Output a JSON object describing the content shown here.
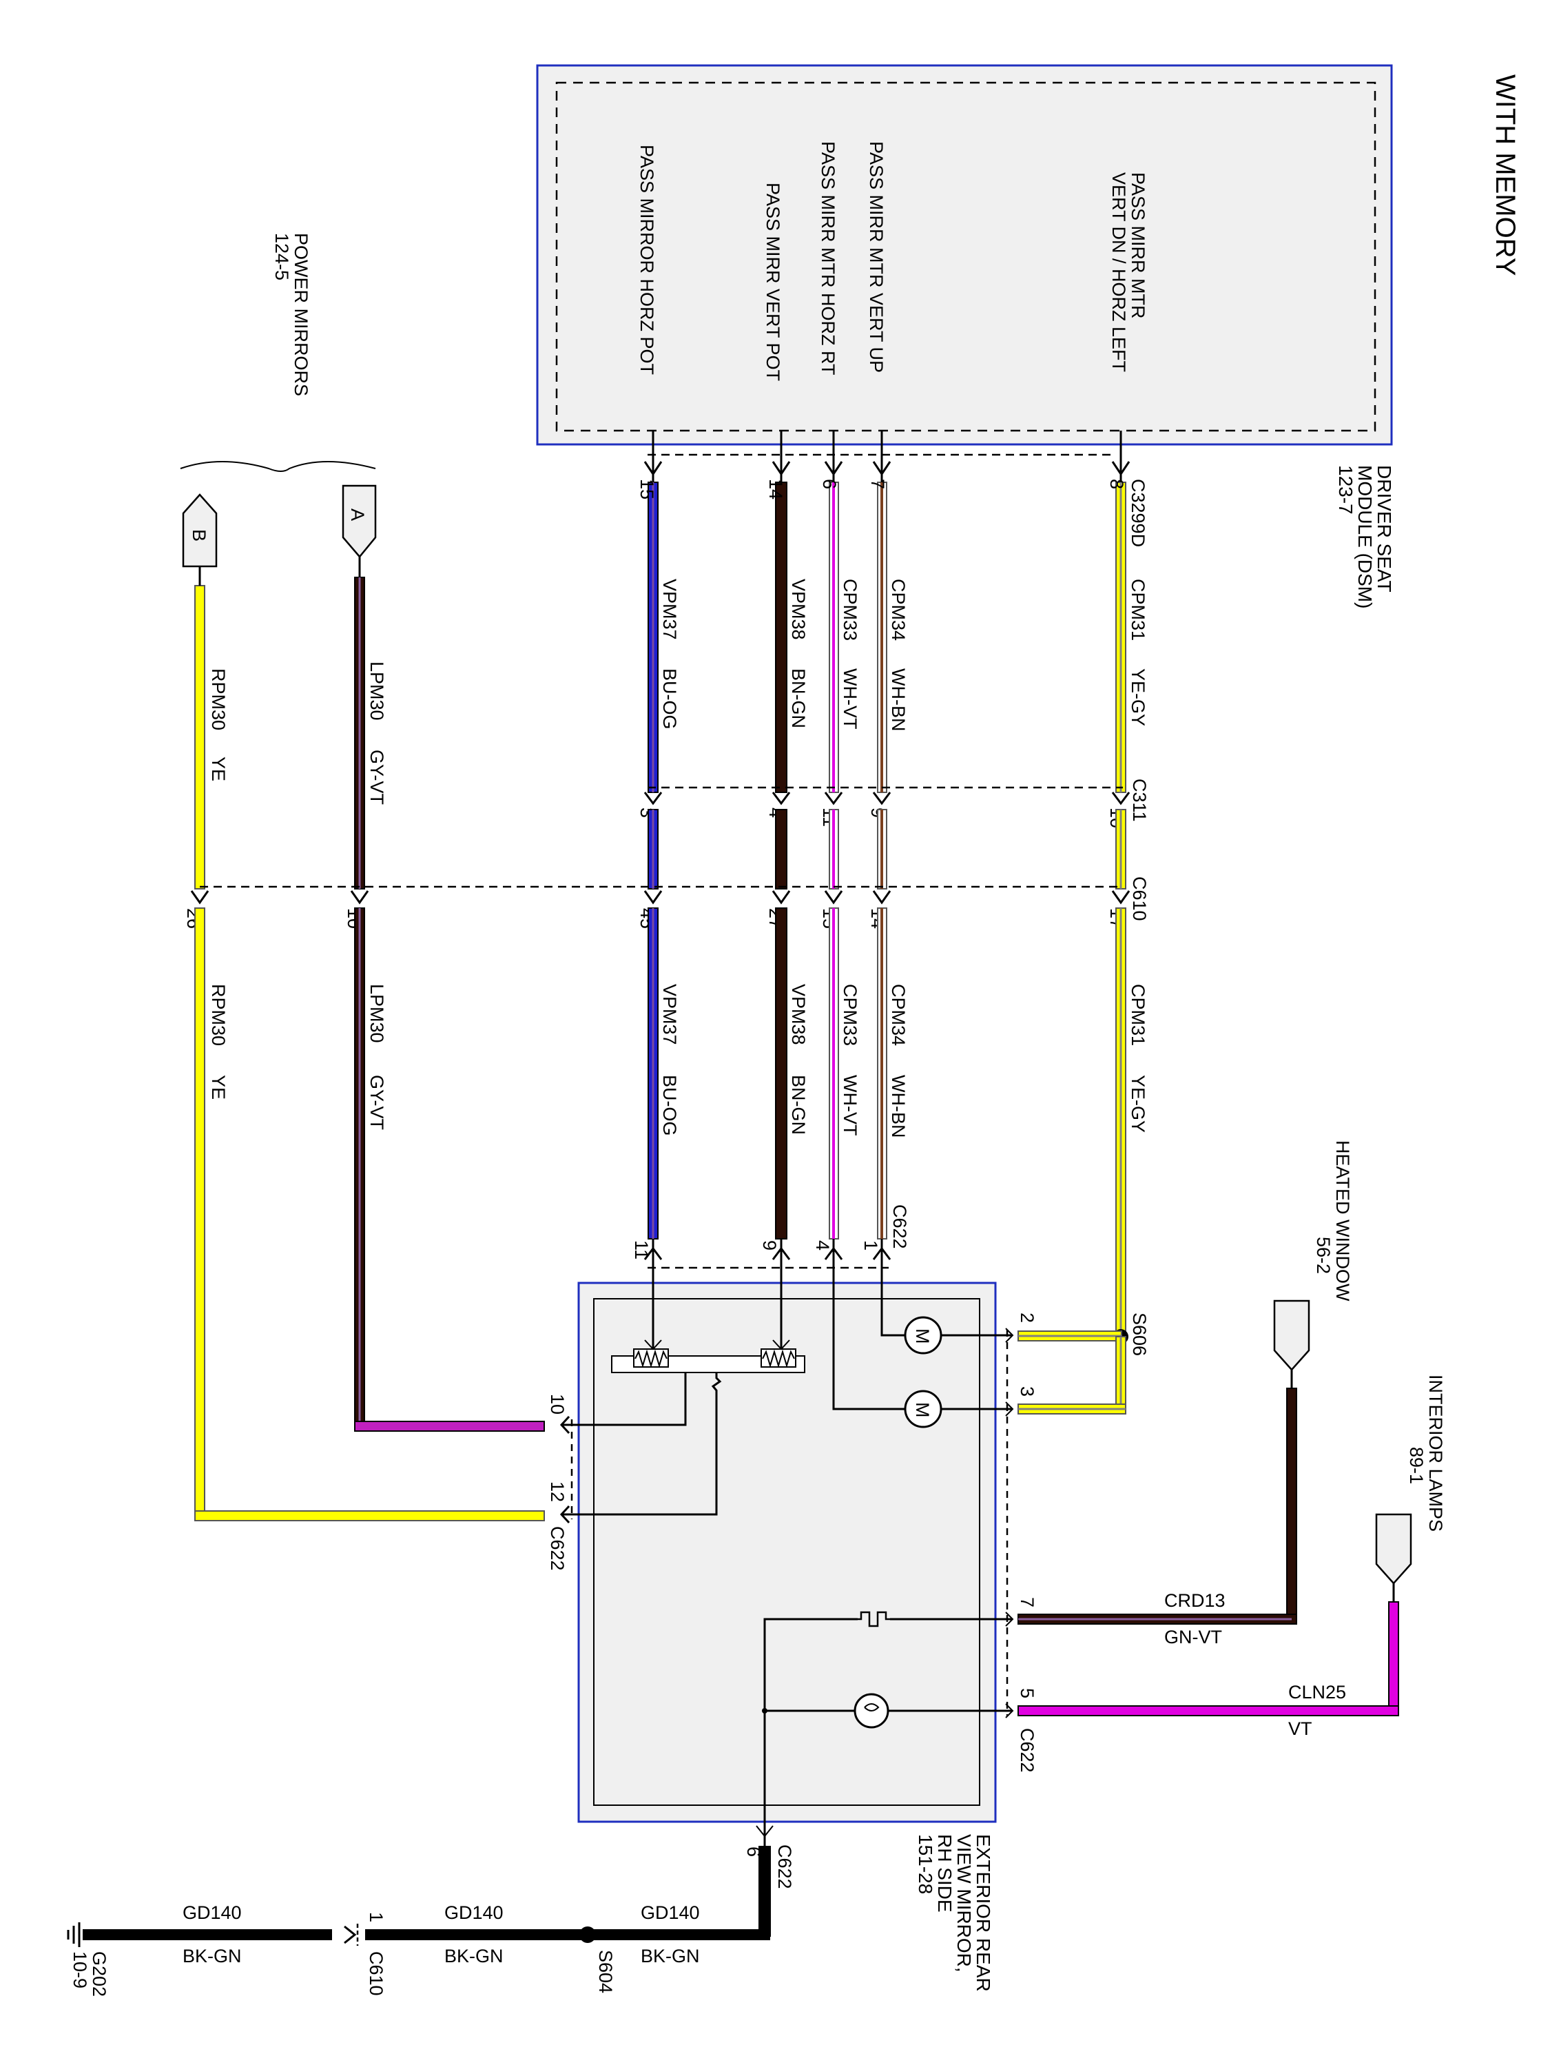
{
  "page_title": "WITH MEMORY",
  "modules": {
    "dsm": {
      "line1": "DRIVER SEAT",
      "line2": "MODULE (DSM)",
      "line3": "123-7",
      "connector": "C3299D",
      "pins": [
        {
          "pin": "8",
          "function": [
            "PASS MIRR MTR",
            "VERT DN / HORZ LEFT"
          ]
        },
        {
          "pin": "7",
          "function": [
            "PASS MIRR MTR VERT UP"
          ]
        },
        {
          "pin": "6",
          "function": [
            "PASS MIRR MTR HORZ RT"
          ]
        },
        {
          "pin": "14",
          "function": [
            "PASS MIRR VERT POT"
          ]
        },
        {
          "pin": "15",
          "function": [
            "PASS MIRROR HORZ POT"
          ]
        }
      ]
    },
    "mirror": {
      "line1": "EXTERIOR REAR",
      "line2": "VIEW MIRROR,",
      "line3": "RH SIDE",
      "line4": "151-28"
    }
  },
  "wires": [
    {
      "circuit": "CPM31",
      "color": "YE-GY",
      "c310_pin": "10",
      "c610_pin": "17"
    },
    {
      "circuit": "CPM34",
      "color": "WH-BN",
      "c310_pin": "9",
      "c610_pin": "14",
      "c622_pin": "1"
    },
    {
      "circuit": "CPM33",
      "color": "WH-VT",
      "c310_pin": "11",
      "c610_pin": "15",
      "c622_pin": "4"
    },
    {
      "circuit": "VPM38",
      "color": "BN-GN",
      "c310_pin": "4",
      "c610_pin": "27",
      "c622_pin": "9"
    },
    {
      "circuit": "VPM37",
      "color": "BU-OG",
      "c310_pin": "3",
      "c610_pin": "45",
      "c622_pin": "11"
    },
    {
      "circuit": "LPM30",
      "color": "GY-VT",
      "c610_pin": "10",
      "c622_pin": "10"
    },
    {
      "circuit": "RPM30",
      "color": "YE",
      "c610_pin": "26",
      "c622_pin": "12"
    },
    {
      "circuit": "CRD13",
      "color": "GN-VT",
      "c622_pin": "7"
    },
    {
      "circuit": "CLN25",
      "color": "VT",
      "c622_pin": "5"
    },
    {
      "circuit": "GD140",
      "color": "BK-GN",
      "c622_pin": "6"
    }
  ],
  "connectors": {
    "c310": "C311",
    "c610": "C610",
    "c622": "C622",
    "c610_gnd_pin": "1"
  },
  "splices": {
    "s606": "S606",
    "s604": "S604",
    "s606_pins": [
      "2",
      "3"
    ]
  },
  "ground": {
    "name": "G202",
    "ref": "10-9"
  },
  "references": {
    "power_mirrors": {
      "line1": "POWER MIRRORS",
      "line2": "124-5"
    },
    "heated_window": {
      "line1": "HEATED WINDOW",
      "line2": "56-2"
    },
    "interior_lamps": {
      "line1": "INTERIOR LAMPS",
      "line2": "89-1"
    }
  },
  "flags": {
    "a": "A",
    "b": "B"
  },
  "symbols": {
    "motor": "M"
  },
  "wire_colors_hex": {
    "YE": "#ffff00",
    "GY": "#808080",
    "WH": "#ffffff",
    "BN": "#7b3f1e",
    "VT": "#e000e0",
    "BU": "#2020d0",
    "OG": "#ff8c00",
    "BK": "#000000",
    "GN": "#008000"
  }
}
